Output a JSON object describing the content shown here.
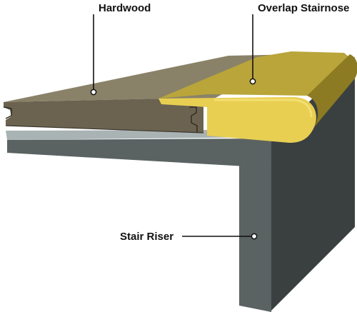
{
  "labels": {
    "hardwood": "Hardwood",
    "stairnose": "Overlap Stairnose",
    "riser": "Stair Riser"
  },
  "colors": {
    "hardwood_top": "#8a8268",
    "hardwood_side": "#6b6350",
    "hardwood_dark": "#4a4538",
    "stairnose_top": "#b9a53a",
    "stairnose_front": "#e8cf52",
    "stairnose_shadow": "#8c7b22",
    "stair_top": "#aab3b3",
    "stair_front": "#5a6262",
    "stair_side": "#3a4040",
    "leader": "#111111"
  }
}
